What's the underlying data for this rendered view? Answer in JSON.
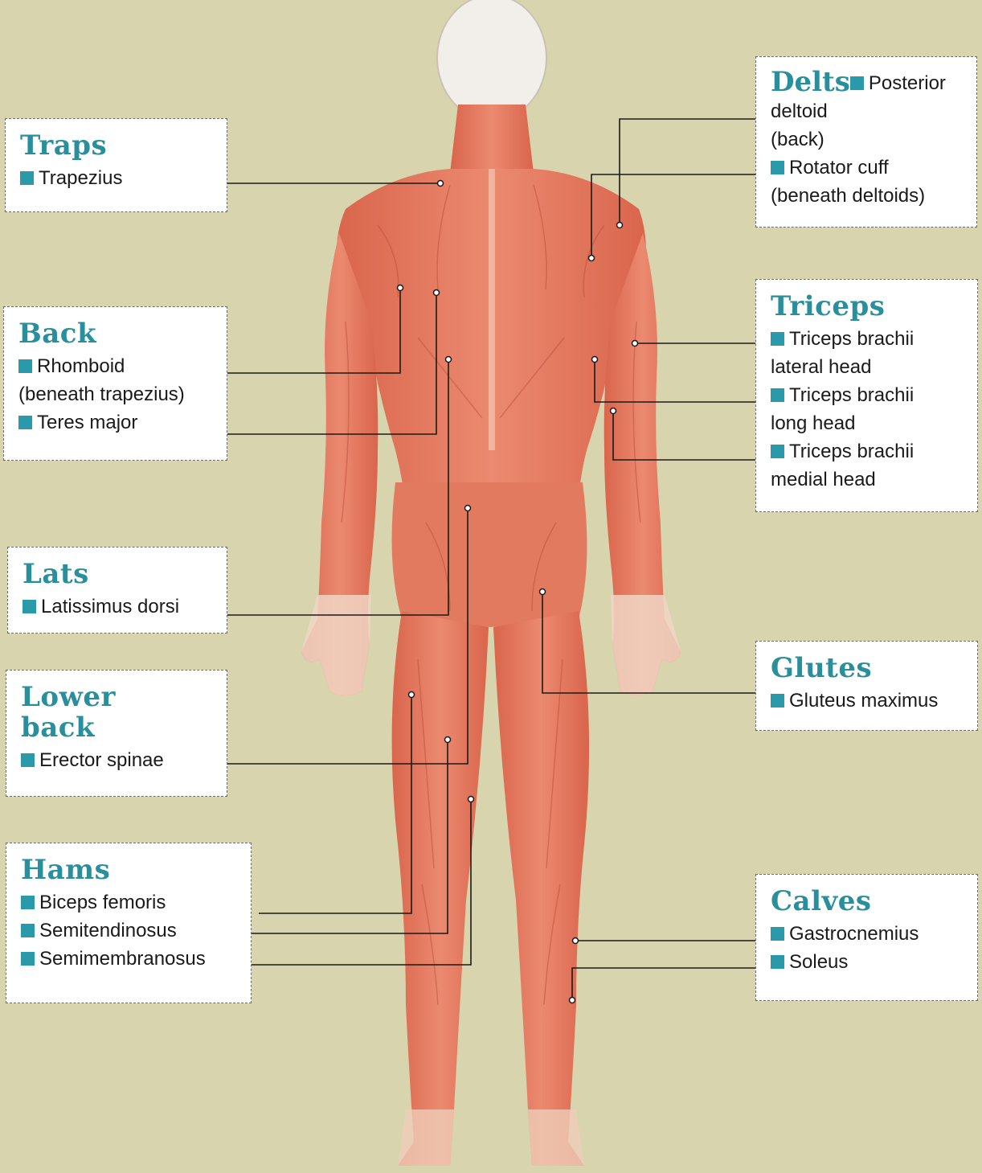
{
  "colors": {
    "background": "#d8d4ae",
    "heading": "#2a8f9c",
    "bullet": "#2a9aaa",
    "muscle": "#e4775e",
    "leader_line": "#1a1a1a"
  },
  "figure": {
    "subject": "human muscular system, posterior view",
    "icons": [
      "head",
      "muscular-body"
    ]
  },
  "labels": {
    "traps": {
      "title": "Traps",
      "items": [
        "Trapezius"
      ]
    },
    "back": {
      "title": "Back",
      "items": [
        "Rhomboid",
        "(beneath trapezius)",
        "Teres major"
      ]
    },
    "lats": {
      "title": "Lats",
      "items": [
        "Latissimus dorsi"
      ]
    },
    "lower_back": {
      "title": "Lower back",
      "items": [
        "Erector spinae"
      ]
    },
    "hams": {
      "title": "Hams",
      "items": [
        "Biceps femoris",
        "Semitendinosus",
        "Semimembranosus"
      ]
    },
    "delts": {
      "title": "Delts",
      "items": [
        "Posterior",
        "deltoid",
        "(back)",
        "Rotator cuff",
        "(beneath deltoids)"
      ]
    },
    "triceps": {
      "title": "Triceps",
      "items": [
        "Triceps brachii",
        "lateral head",
        "Triceps brachii",
        "long head",
        "Triceps brachii",
        "medial head"
      ]
    },
    "glutes": {
      "title": "Glutes",
      "items": [
        "Gluteus maximus"
      ]
    },
    "calves": {
      "title": "Calves",
      "items": [
        "Gastrocnemius",
        "Soleus"
      ]
    }
  }
}
